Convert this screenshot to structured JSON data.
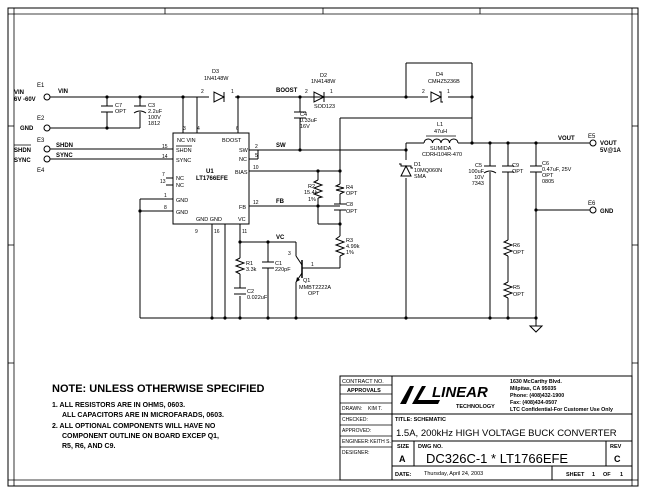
{
  "terminals": {
    "e1": {
      "ref": "E1",
      "label1": "VIN",
      "label2": "6V -60V"
    },
    "e2": {
      "ref": "E2",
      "label1": "GND"
    },
    "e3": {
      "ref": "E3",
      "label1": "SHDN"
    },
    "e4": {
      "ref": "E4",
      "label1": "SYNC"
    },
    "e5": {
      "ref": "E5",
      "label1": "VOUT",
      "label2": "5V@1A"
    },
    "e6": {
      "ref": "E6",
      "label1": "GND"
    }
  },
  "nets": {
    "vin": "VIN",
    "boost": "BOOST",
    "sw": "SW",
    "vout": "VOUT",
    "shdn": "SHDN",
    "sync": "SYNC",
    "fb": "FB",
    "vc": "VC"
  },
  "components": {
    "c7": {
      "ref": "C7",
      "value": "OPT"
    },
    "c3": {
      "ref": "C3",
      "line1": "2.2uF",
      "line2": "100V",
      "line3": "1812"
    },
    "d3": {
      "ref": "D3",
      "value": "1N4148W"
    },
    "d2": {
      "ref": "D2",
      "value": "1N4148W",
      "pkg": "SOD123"
    },
    "d4": {
      "ref": "D4",
      "value": "CMHZ5236B"
    },
    "c4": {
      "ref": "C4",
      "line1": "0.33uF",
      "line2": "16V"
    },
    "l1": {
      "ref": "L1",
      "line1": "47uH",
      "line2": "SUMIDA",
      "line3": "CDRH104R-470"
    },
    "d1": {
      "ref": "D1",
      "line1": "10MQ060N",
      "line2": "SMA"
    },
    "c5": {
      "ref": "C5",
      "line1": "100uF",
      "line2": "10V",
      "line3": "7343"
    },
    "c9": {
      "ref": "C9",
      "value": "OPT"
    },
    "c6": {
      "ref": "C6",
      "line1": "0.47uF, 25V",
      "line2": "OPT",
      "line3": "0805"
    },
    "r2": {
      "ref": "R2",
      "line1": "15.4k",
      "line2": "1%"
    },
    "r4": {
      "ref": "R4",
      "value": "OPT"
    },
    "c8": {
      "ref": "C8",
      "value": "OPT"
    },
    "r3": {
      "ref": "R3",
      "line1": "4.99k",
      "line2": "1%"
    },
    "r6": {
      "ref": "R6",
      "value": "OPT"
    },
    "r5": {
      "ref": "R5",
      "value": "OPT"
    },
    "r1": {
      "ref": "R1",
      "value": "3.3k"
    },
    "c1": {
      "ref": "C1",
      "value": "220pF"
    },
    "c2": {
      "ref": "C2",
      "value": "0.022uF"
    },
    "q1": {
      "ref": "Q1",
      "line1": "MMBT2222A",
      "line2": "OPT"
    }
  },
  "ic": {
    "ref": "U1",
    "part": "LT1766EFE",
    "pins": {
      "nc_vin": "NC VIN",
      "p3": "3",
      "p4": "4",
      "p6": "6",
      "boost": "BOOST",
      "shdn": "SHDN",
      "p15": "15",
      "sync": "SYNC",
      "p14": "14",
      "nc1": "NC",
      "p7": "7",
      "nc2": "NC",
      "p13": "13",
      "gnd1": "GND",
      "p1": "1",
      "gnd2": "GND",
      "p8": "8",
      "sw": "SW",
      "p2": "2",
      "nc3": "NC",
      "p5": "5",
      "bias": "BIAS",
      "p10": "10",
      "fb": "FB",
      "p12": "12",
      "gnd_gnd": "GND  GND",
      "vc": "VC",
      "p9": "9",
      "p16": "16",
      "p11": "11"
    }
  },
  "notes": {
    "heading": "NOTE: UNLESS OTHERWISE SPECIFIED",
    "n1a": "1.  ALL RESISTORS ARE IN OHMS, 0603.",
    "n1b": "ALL CAPACITORS ARE IN MICROFARADS, 0603.",
    "n2a": "2.  ALL OPTIONAL COMPONENTS WILL HAVE NO",
    "n2b": "COMPONENT OUTLINE ON BOARD EXCEP Q1,",
    "n2c": "R5, R6, AND C9."
  },
  "title_block": {
    "contract_no": "CONTRACT NO.",
    "approvals": "APPROVALS",
    "drawn_label": "DRAWN:",
    "drawn_value": "KIM T.",
    "checked": "CHECKED:",
    "approved": "APPROVED:",
    "engineer_label": "ENGINEER:",
    "engineer_value": "KEITH S.",
    "designer": "DESIGNER:",
    "logo_text": "LINEAR",
    "logo_sub": "TECHNOLOGY",
    "address": [
      "1630 McCarthy Blvd.",
      "Milpitas, CA 95035",
      "Phone: (408)432-1900",
      "Fax: (408)434-0507",
      "LTC Confidential-For Customer Use Only"
    ],
    "title_label": "TITLE: SCHEMATIC",
    "title": "1.5A, 200kHz HIGH VOLTAGE BUCK CONVERTER",
    "size_label": "SIZE",
    "size": "A",
    "dwg_label": "DWG NO.",
    "dwg": "DC326C-1 * LT1766EFE",
    "rev_label": "REV",
    "rev": "C",
    "date_label": "DATE:",
    "date": "Thursday, April 24, 2003",
    "sheet_label": "SHEET",
    "sheet": "1",
    "of_label": "OF",
    "of": "1"
  }
}
